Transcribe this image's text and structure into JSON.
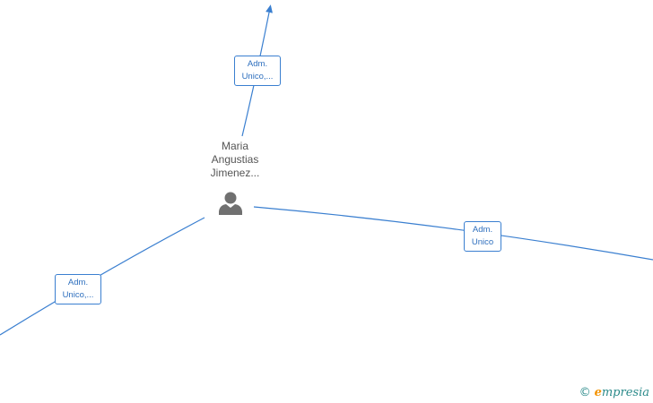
{
  "colors": {
    "edge": "#3a7fd0",
    "label_text": "#2e6fbe",
    "node_text": "#555555",
    "icon": "#707070",
    "brand_accent": "#f39200",
    "brand_text": "#2b8a8a"
  },
  "node": {
    "name_lines": [
      "Maria",
      "Angustias",
      "Jimenez..."
    ],
    "icon": "person-icon"
  },
  "edges": [
    {
      "label_lines": [
        "Adm.",
        "Unico,..."
      ]
    },
    {
      "label_lines": [
        "Adm.",
        "Unico"
      ]
    },
    {
      "label_lines": [
        "Adm.",
        "Unico,..."
      ]
    }
  ],
  "brand": {
    "copyright": "©",
    "initial": "e",
    "rest": "mpresia"
  }
}
